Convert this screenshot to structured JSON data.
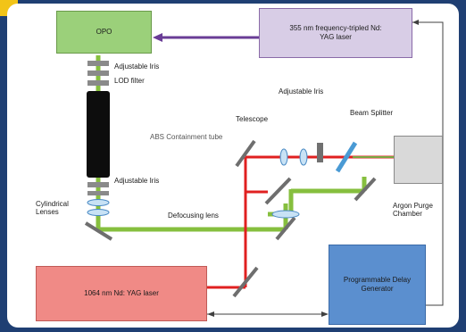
{
  "devices": {
    "opo": "OPO",
    "uv_laser": "355 nm frequency-tripled Nd: YAG laser",
    "ir_laser": "1064 nm Nd: YAG laser",
    "delay_gen": "Programmable Delay Generator",
    "chamber": "Argon Purge Chamber"
  },
  "labels": {
    "adj_iris_top": "Adjustable Iris",
    "lod_filter": "LOD filter",
    "abs_tube": "ABS Containment tube",
    "adj_iris_mid": "Adjustable Iris",
    "cyl_lenses": "Cylindrical Lenses",
    "defocusing": "Defocusing lens",
    "adj_iris_red": "Adjustable Iris",
    "telescope": "Telescope",
    "beam_splitter": "Beam Splitter"
  },
  "colors": {
    "green_beam": "#86bf3e",
    "red_beam": "#e02020",
    "purple_beam": "#6a3d96",
    "opo_fill": "#9bd07a",
    "uv_fill": "#d8cde6",
    "ir_fill": "#f08a86",
    "delay_fill": "#5b8fcf",
    "chamber_fill": "#d9d9d9"
  }
}
